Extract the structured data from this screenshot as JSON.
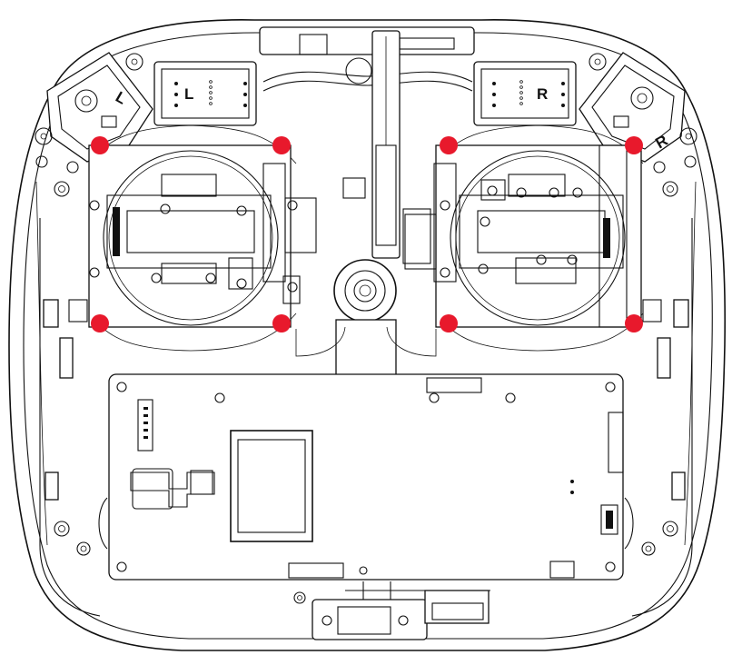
{
  "labels": {
    "left_gimbal": "L",
    "right_gimbal": "R",
    "left_corner": "L",
    "right_corner": "R"
  },
  "colors": {
    "marker": "#e8192c",
    "line": "#111111",
    "background": "#ffffff"
  },
  "markers": {
    "count": 8,
    "meaning": ""
  }
}
